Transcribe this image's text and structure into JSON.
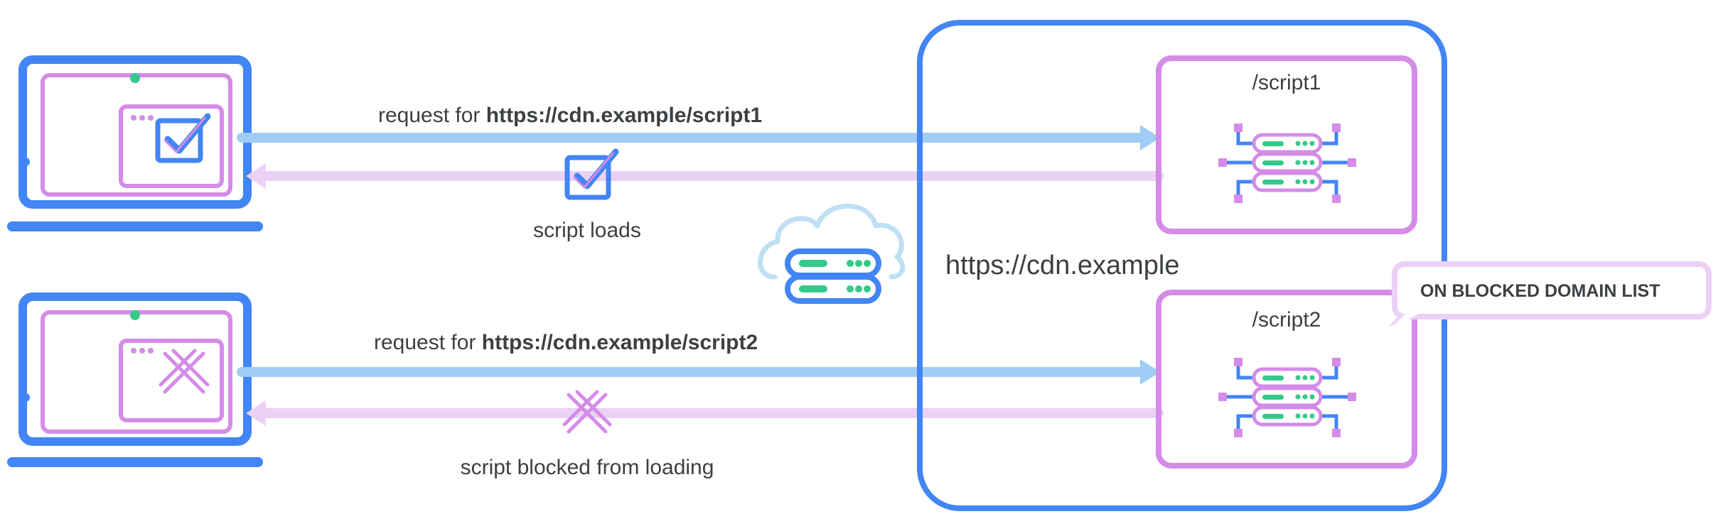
{
  "flow1": {
    "request_prefix": "request for ",
    "request_url": "https://cdn.example/script1",
    "result_label": "script loads"
  },
  "flow2": {
    "request_prefix": "request for ",
    "request_url": "https://cdn.example/script2",
    "result_label": "script blocked from loading"
  },
  "cdn": {
    "domain_label": "https://cdn.example",
    "script1_label": "/script1",
    "script2_label": "/script2",
    "callout_label": "ON BLOCKED DOMAIN LIST"
  },
  "colors": {
    "blue": "#4285f4",
    "light_blue": "#9fcdf5",
    "purple": "#d48ce8",
    "light_purple": "#ecd1f7",
    "green": "#34c98a",
    "cloud": "#bfe0f4"
  }
}
